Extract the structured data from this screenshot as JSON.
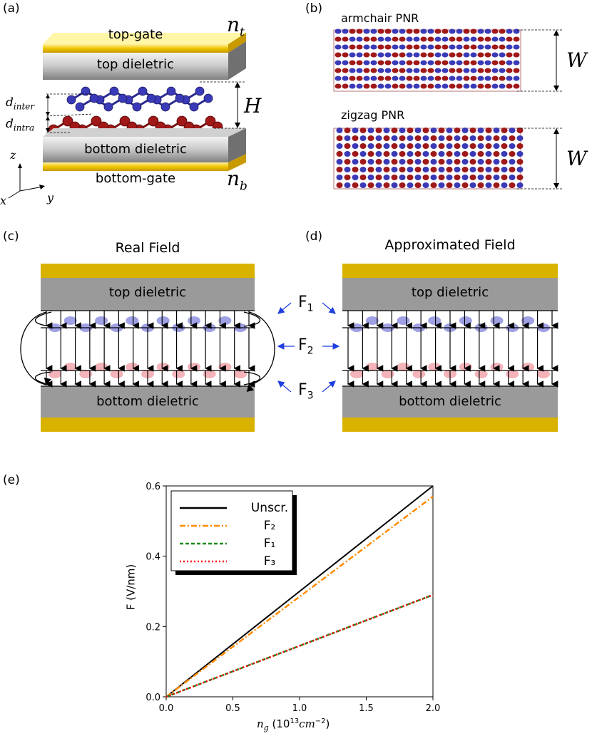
{
  "panels": {
    "a": {
      "label": "(a)",
      "top_gate": "top-gate",
      "top_dielectric": "top dieletric",
      "bottom_dielectric": "bottom dieletric",
      "bottom_gate": "bottom-gate",
      "n_t": "n",
      "n_t_sub": "t",
      "n_b": "n",
      "n_b_sub": "b",
      "H": "H",
      "d_inter": "d",
      "d_inter_sub": "inter",
      "d_intra": "d",
      "d_intra_sub": "intra",
      "axis_z": "z",
      "axis_x": "x",
      "axis_y": "y"
    },
    "b": {
      "label": "(b)",
      "armchair": "armchair PNR",
      "zigzag": "zigzag PNR",
      "W1": "W",
      "W2": "W"
    },
    "c": {
      "label": "(c)",
      "title": "Real Field",
      "top_dielectric": "top dieletric",
      "bottom_dielectric": "bottom dieletric"
    },
    "d": {
      "label": "(d)",
      "title": "Approximated Field",
      "top_dielectric": "top dieletric",
      "bottom_dielectric": "bottom dieletric"
    },
    "field_labels": {
      "F1": "F",
      "F1_sub": "1",
      "F2": "F",
      "F2_sub": "2",
      "F3": "F",
      "F3_sub": "3"
    },
    "e": {
      "label": "(e)"
    }
  },
  "colors": {
    "gold": "#d9b200",
    "gray": "#9a9a9a",
    "blue_atom": "#3a3ab8",
    "red_atom": "#a01818",
    "arrow_blue": "#1f3fe0"
  },
  "chart_data": {
    "type": "line",
    "xlabel": "n",
    "xlabel_sub": "g",
    "xlabel_rest": " (10",
    "xlabel_sup": "13",
    "xlabel_end": "cm",
    "xlabel_sup2": "−2",
    "xlabel_close": ")",
    "ylabel": "F (V/nm)",
    "xlim": [
      0.0,
      2.0
    ],
    "ylim": [
      0.0,
      0.6
    ],
    "xticks": [
      "0.0",
      "0.5",
      "1.0",
      "1.5",
      "2.0"
    ],
    "yticks": [
      "0.0",
      "0.2",
      "0.4",
      "0.6"
    ],
    "legend_position": "top-left",
    "series": [
      {
        "name": "Unscr.",
        "x": [
          0.0,
          2.0
        ],
        "y": [
          0.0,
          0.6
        ],
        "color": "#000000",
        "style": "solid"
      },
      {
        "name": "F₂",
        "x": [
          0.0,
          2.0
        ],
        "y": [
          0.0,
          0.57
        ],
        "color": "#ff8c00",
        "style": "dashdot"
      },
      {
        "name": "F₁",
        "x": [
          0.0,
          2.0
        ],
        "y": [
          0.0,
          0.29
        ],
        "color": "#1a8a1a",
        "style": "dashed"
      },
      {
        "name": "F₃",
        "x": [
          0.0,
          2.0
        ],
        "y": [
          0.0,
          0.29
        ],
        "color": "#ff0000",
        "style": "dotted"
      }
    ]
  }
}
